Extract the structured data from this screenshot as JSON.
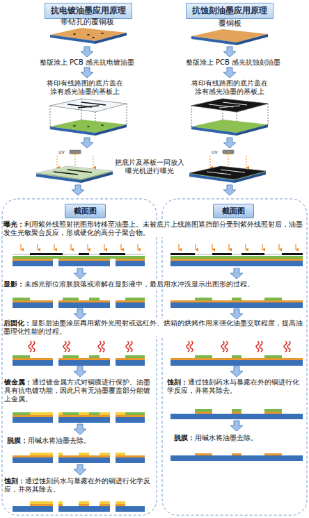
{
  "diagram": {
    "nodes": [
      {
        "text": [
          "抗电镀油墨应用原理"
        ]
      },
      {
        "text": [
          "抗蚀刻油墨应用原理"
        ]
      },
      {
        "text": [
          "截面图"
        ]
      },
      {
        "text": [
          "截面图"
        ]
      }
    ],
    "labels": [
      "带钻孔的覆铜板",
      "覆铜板",
      "整版涂上 PCB 感光抗电镀油墨",
      "整版涂上 PCB 感光抗蚀刻油墨",
      "将印有线路图的底片盖在 涂有感光油墨的基板上",
      "将印有线路图的底片盖在 涂有感光油墨的基板上",
      "UV",
      "把底片及基板一同放入 曝光机进行曝光",
      "UV",
      "曝光：利用紫外线照射把图形转移至油墨上。未被底片上线路图遮挡部分受到紫外线照射后，油墨发生光敏聚合反应，形成硬化的高分子聚合物。",
      "显影：未感光部位溶胀脱落或溶解在显影液中，最后用水冲洗显示出图形的过程。",
      "后固化：显影后油墨涂层再用紫外光照射或远红外、烘箱的烘烤作用来强化油墨交联程度，提高油墨理化性能的过程。",
      "镀金属：通过镀金属方式对铜膜进行保护。油墨具有抗电镀功能，因此只有无油墨覆盖部分能镀上金属。",
      "蚀刻：通过蚀刻药水与暴露在外的铜进行化学反应，并将其除去。",
      "脱膜：用碱水将油墨去除。",
      "脱膜：用碱水将油墨去除。",
      "蚀刻：通过蚀刻药水与暴露在外的铜进行化学反应，并将其除去。"
    ]
  }
}
